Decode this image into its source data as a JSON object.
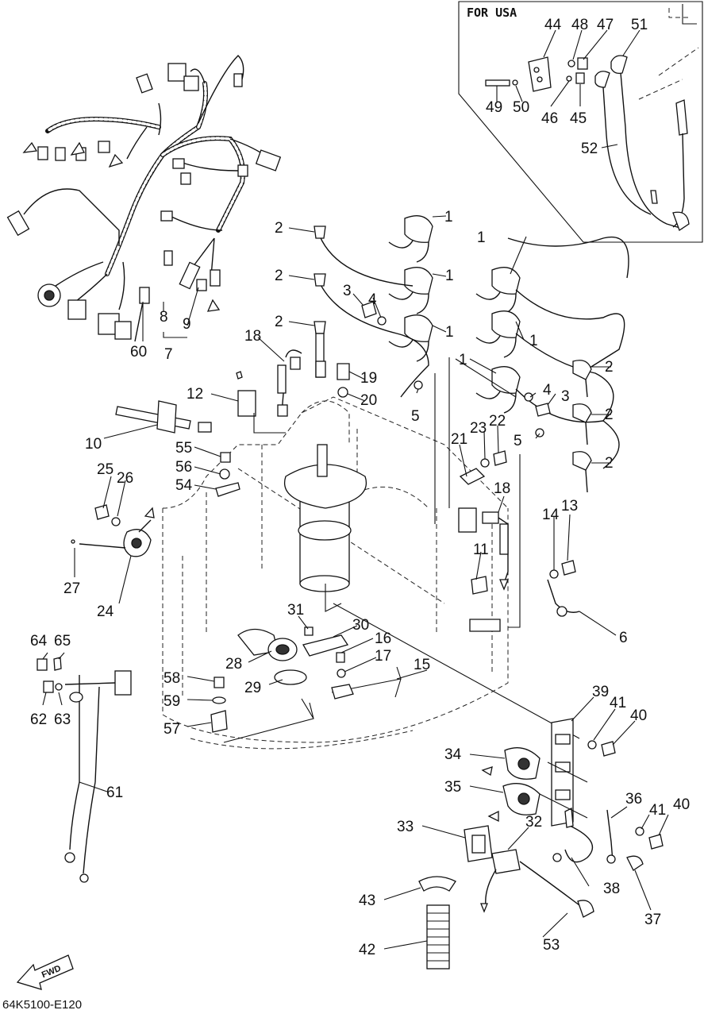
{
  "inset": {
    "title": "FOR USA"
  },
  "footer": {
    "code": "64K5100-E120",
    "fwd": "FWD"
  },
  "callouts": [
    {
      "id": "c1a",
      "text": "1"
    },
    {
      "id": "c1b",
      "text": "1"
    },
    {
      "id": "c1c",
      "text": "1"
    },
    {
      "id": "c1d",
      "text": "1"
    },
    {
      "id": "c1e",
      "text": "1"
    },
    {
      "id": "c1f",
      "text": "1"
    },
    {
      "id": "c2a",
      "text": "2"
    },
    {
      "id": "c2b",
      "text": "2"
    },
    {
      "id": "c2c",
      "text": "2"
    },
    {
      "id": "c2d",
      "text": "2"
    },
    {
      "id": "c2e",
      "text": "2"
    },
    {
      "id": "c2f",
      "text": "2"
    },
    {
      "id": "c3a",
      "text": "3"
    },
    {
      "id": "c3b",
      "text": "3"
    },
    {
      "id": "c4a",
      "text": "4"
    },
    {
      "id": "c4b",
      "text": "4"
    },
    {
      "id": "c5a",
      "text": "5"
    },
    {
      "id": "c5b",
      "text": "5"
    },
    {
      "id": "c6",
      "text": "6"
    },
    {
      "id": "c7",
      "text": "7"
    },
    {
      "id": "c8",
      "text": "8"
    },
    {
      "id": "c9",
      "text": "9"
    },
    {
      "id": "c10",
      "text": "10"
    },
    {
      "id": "c11",
      "text": "11"
    },
    {
      "id": "c12",
      "text": "12"
    },
    {
      "id": "c13",
      "text": "13"
    },
    {
      "id": "c14",
      "text": "14"
    },
    {
      "id": "c15",
      "text": "15"
    },
    {
      "id": "c16",
      "text": "16"
    },
    {
      "id": "c17",
      "text": "17"
    },
    {
      "id": "c18a",
      "text": "18"
    },
    {
      "id": "c18b",
      "text": "18"
    },
    {
      "id": "c19",
      "text": "19"
    },
    {
      "id": "c20",
      "text": "20"
    },
    {
      "id": "c21",
      "text": "21"
    },
    {
      "id": "c22",
      "text": "22"
    },
    {
      "id": "c23",
      "text": "23"
    },
    {
      "id": "c24",
      "text": "24"
    },
    {
      "id": "c25",
      "text": "25"
    },
    {
      "id": "c26",
      "text": "26"
    },
    {
      "id": "c27",
      "text": "27"
    },
    {
      "id": "c28",
      "text": "28"
    },
    {
      "id": "c29",
      "text": "29"
    },
    {
      "id": "c30",
      "text": "30"
    },
    {
      "id": "c31",
      "text": "31"
    },
    {
      "id": "c32",
      "text": "32"
    },
    {
      "id": "c33",
      "text": "33"
    },
    {
      "id": "c34",
      "text": "34"
    },
    {
      "id": "c35",
      "text": "35"
    },
    {
      "id": "c36",
      "text": "36"
    },
    {
      "id": "c37",
      "text": "37"
    },
    {
      "id": "c38",
      "text": "38"
    },
    {
      "id": "c39",
      "text": "39"
    },
    {
      "id": "c40a",
      "text": "40"
    },
    {
      "id": "c40b",
      "text": "40"
    },
    {
      "id": "c41a",
      "text": "41"
    },
    {
      "id": "c41b",
      "text": "41"
    },
    {
      "id": "c42",
      "text": "42"
    },
    {
      "id": "c43",
      "text": "43"
    },
    {
      "id": "c44",
      "text": "44"
    },
    {
      "id": "c45",
      "text": "45"
    },
    {
      "id": "c46",
      "text": "46"
    },
    {
      "id": "c47",
      "text": "47"
    },
    {
      "id": "c48",
      "text": "48"
    },
    {
      "id": "c49",
      "text": "49"
    },
    {
      "id": "c50",
      "text": "50"
    },
    {
      "id": "c51",
      "text": "51"
    },
    {
      "id": "c52",
      "text": "52"
    },
    {
      "id": "c53",
      "text": "53"
    },
    {
      "id": "c54",
      "text": "54"
    },
    {
      "id": "c55",
      "text": "55"
    },
    {
      "id": "c56",
      "text": "56"
    },
    {
      "id": "c57",
      "text": "57"
    },
    {
      "id": "c58",
      "text": "58"
    },
    {
      "id": "c59",
      "text": "59"
    },
    {
      "id": "c60",
      "text": "60"
    },
    {
      "id": "c61",
      "text": "61"
    },
    {
      "id": "c62",
      "text": "62"
    },
    {
      "id": "c63",
      "text": "63"
    },
    {
      "id": "c64",
      "text": "64"
    },
    {
      "id": "c65",
      "text": "65"
    }
  ]
}
